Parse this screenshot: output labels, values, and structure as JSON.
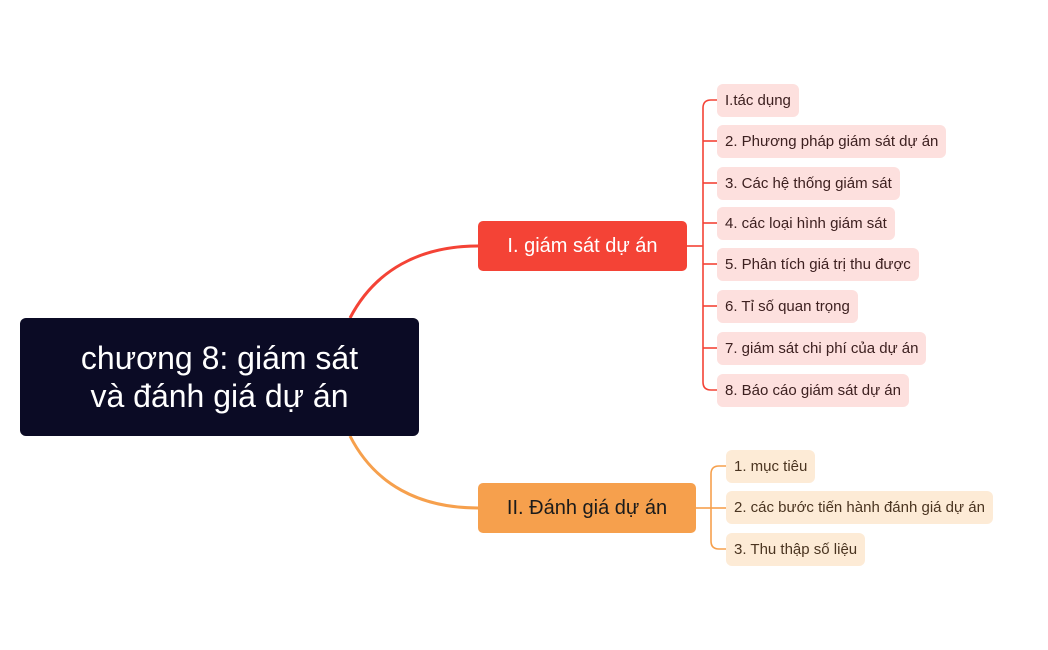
{
  "root": {
    "title": "chương 8: giám sát\nvà đánh giá dự án"
  },
  "branches": [
    {
      "label": "I. giám sát dự án",
      "color": "#f44336",
      "children": [
        "I.tác dụng",
        "2. Phương pháp giám sát dự án",
        "3. Các hệ thống giám sát",
        "4. các loại hình giám sát",
        "5. Phân tích giá trị thu được",
        "6. Tỉ số quan trọng",
        "7. giám sát chi phí của dự án",
        "8. Báo cáo giám sát dự án"
      ]
    },
    {
      "label": "II. Đánh giá dự án",
      "color": "#f6a04d",
      "children": [
        "1. mục tiêu",
        "2. các bước tiến hành đánh giá dự án",
        "3. Thu thập số liệu"
      ]
    }
  ]
}
